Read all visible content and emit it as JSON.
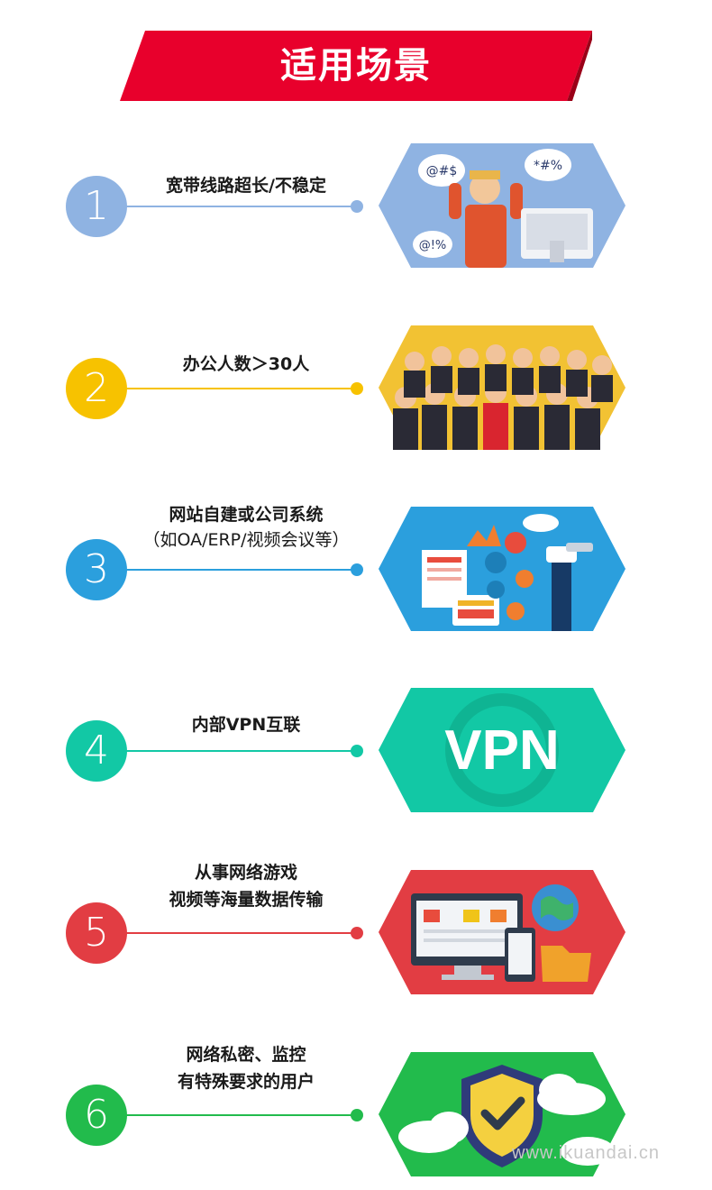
{
  "title": "适用场景",
  "items": [
    {
      "number": "1",
      "line1": "宽带线路超长/不稳定",
      "line2": "",
      "color": "#8fb3e2",
      "icon": "frustrated-man-computer-icon"
    },
    {
      "number": "2",
      "line1": "办公人数＞30人",
      "line2": "",
      "color": "#f7c200",
      "icon": "office-crowd-icon"
    },
    {
      "number": "3",
      "line1": "网站自建或公司系统",
      "line2": "（如OA/ERP/视频会议等）",
      "color": "#2b9fdd",
      "icon": "enterprise-system-icon"
    },
    {
      "number": "4",
      "line1": "内部VPN互联",
      "line2": "",
      "color": "#12c8a5",
      "icon": "vpn-icon",
      "badge": "VPN"
    },
    {
      "number": "5",
      "line1": "从事网络游戏",
      "line2": "视频等海量数据传输",
      "color": "#e23d43",
      "icon": "data-transfer-icon"
    },
    {
      "number": "6",
      "line1": "网络私密、监控",
      "line2": "有特殊要求的用户",
      "color": "#22bb4c",
      "icon": "security-shield-icon"
    }
  ],
  "watermark": "www.ikuandai.cn"
}
